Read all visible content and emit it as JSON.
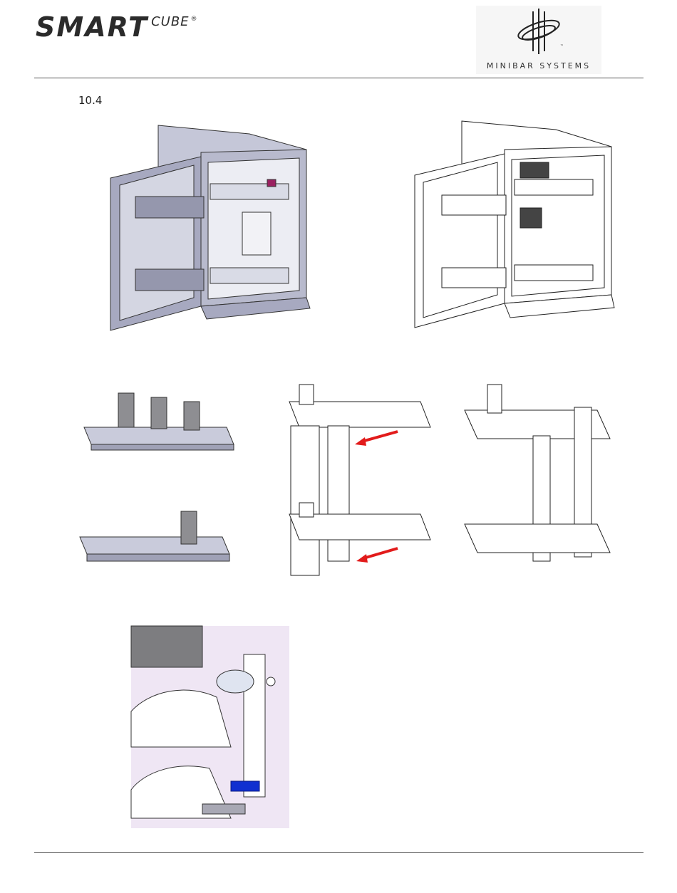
{
  "header": {
    "brand_main": "SMART",
    "brand_sup": "CUBE",
    "brand_reg": "®",
    "company": "MINIBAR SYSTEMS",
    "tm": "™"
  },
  "section_number": "10.4",
  "colors": {
    "cabinet_grey": "#a7a9c0",
    "shelf_grey": "#d9dbe6",
    "arrow_red": "#e21b1b",
    "arrow_blue": "#1030d0",
    "line": "#222222"
  },
  "figures": [
    {
      "id": "cabinet-color",
      "icon": "minibar-cabinet-open-door"
    },
    {
      "id": "cabinet-lineart",
      "icon": "minibar-cabinet-open-door"
    },
    {
      "id": "shelf-dividers-up",
      "icon": "shelf-tray"
    },
    {
      "id": "shelf-dividers-down",
      "icon": "shelf-tray"
    },
    {
      "id": "shelf-frame-arrows",
      "icon": "shelf-frame"
    },
    {
      "id": "shelf-frame-assembled",
      "icon": "shelf-frame"
    },
    {
      "id": "detail-closeup",
      "icon": "latch-detail"
    }
  ]
}
